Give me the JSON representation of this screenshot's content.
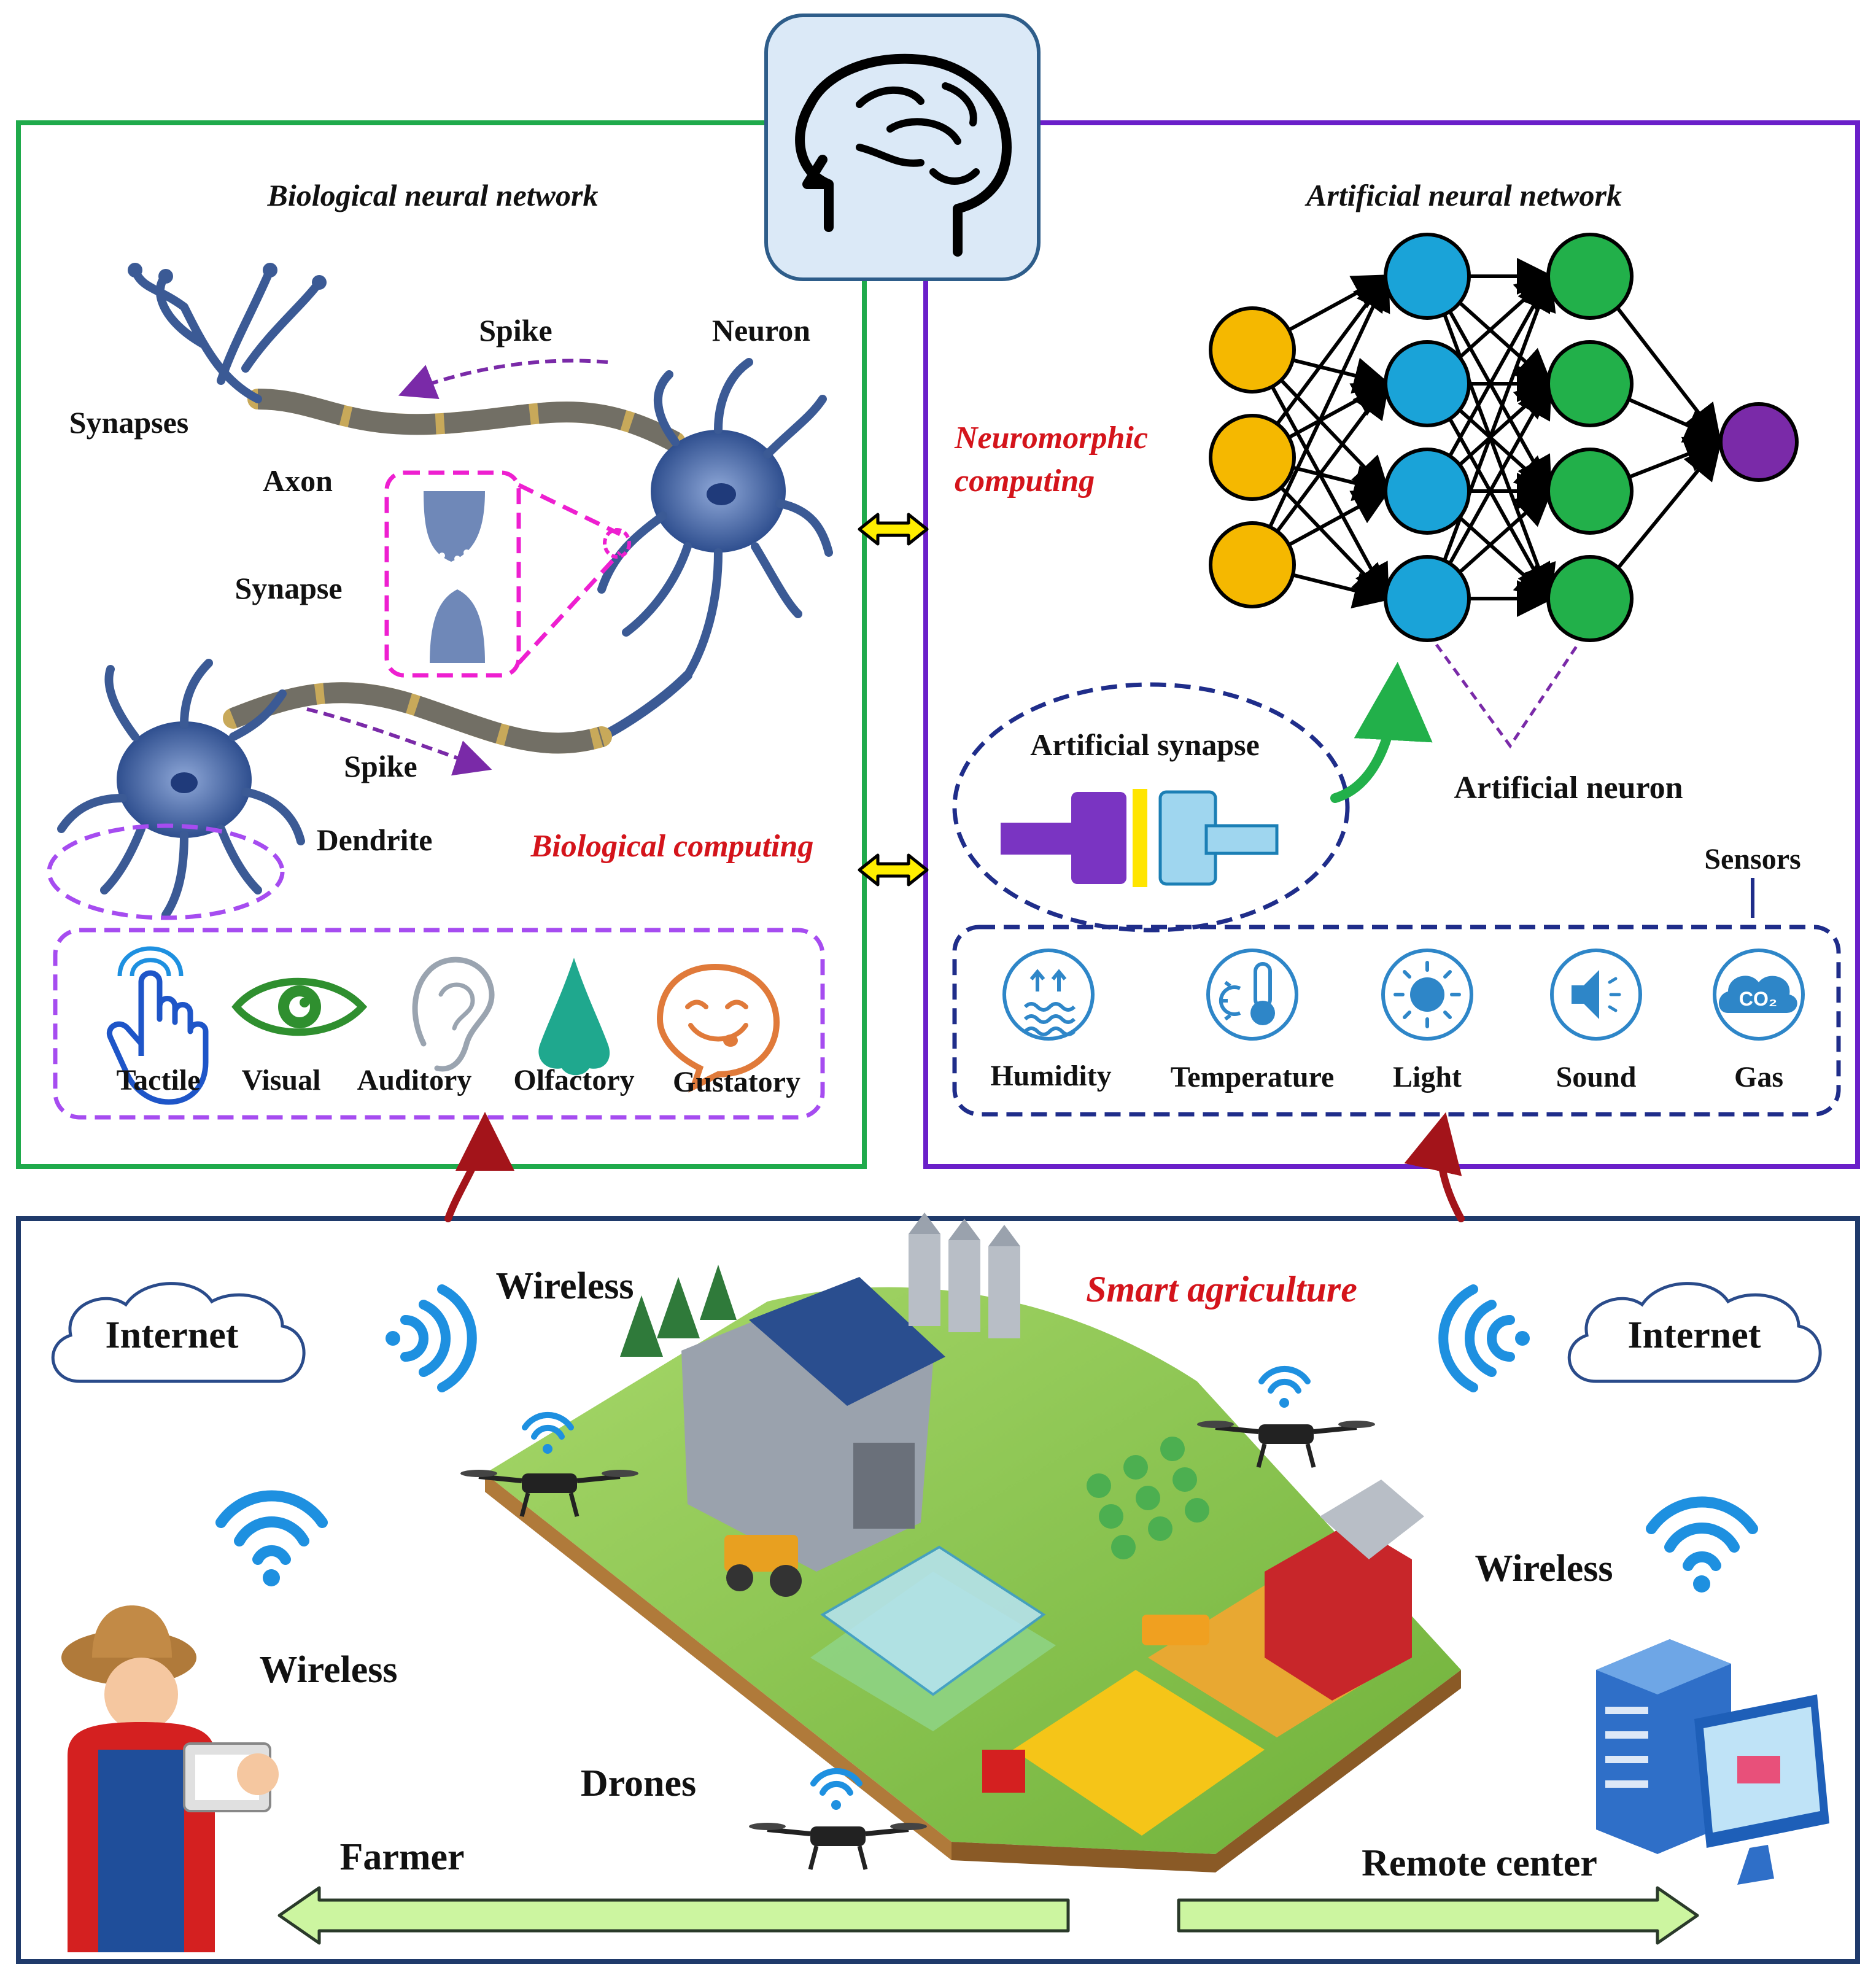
{
  "biological": {
    "title": "Biological neural network",
    "labels": {
      "spike_top": "Spike",
      "neuron": "Neuron",
      "synapses": "Synapses",
      "axon": "Axon",
      "synapse": "Synapse",
      "spike_bottom": "Spike",
      "dendrite": "Dendrite",
      "computing": "Biological computing"
    },
    "senses": [
      "Tactile",
      "Visual",
      "Auditory",
      "Olfactory",
      "Gustatory"
    ]
  },
  "artificial": {
    "title": "Artificial neural network",
    "neuromorphic_line1": "Neuromorphic",
    "neuromorphic_line2": "computing",
    "artificial_synapse": "Artificial synapse",
    "artificial_neuron": "Artificial neuron",
    "sensors_label": "Sensors",
    "sensors": [
      "Humidity",
      "Temperature",
      "Light",
      "Sound",
      "Gas"
    ],
    "sensor_icons": [
      "humidity-icon",
      "thermometer-icon",
      "sun-icon",
      "speaker-icon",
      "co2-cloud-icon"
    ],
    "co2_text": "CO₂"
  },
  "agriculture": {
    "title": "Smart agriculture",
    "internet_left": "Internet",
    "internet_right": "Internet",
    "wireless_top": "Wireless",
    "wireless_left": "Wireless",
    "wireless_right": "Wireless",
    "drones": "Drones",
    "farmer": "Farmer",
    "remote_center": "Remote center"
  },
  "colors": {
    "bio_border": "#1faa4b",
    "ann_border": "#6a1fc9",
    "farm_border": "#1f3a6b",
    "input_node": "#f5b800",
    "hidden1_node": "#1aa3d8",
    "hidden2_node": "#22b04a",
    "output_node": "#7a2aa8",
    "wifi": "#1e90e0",
    "accent_red": "#d4141b"
  }
}
